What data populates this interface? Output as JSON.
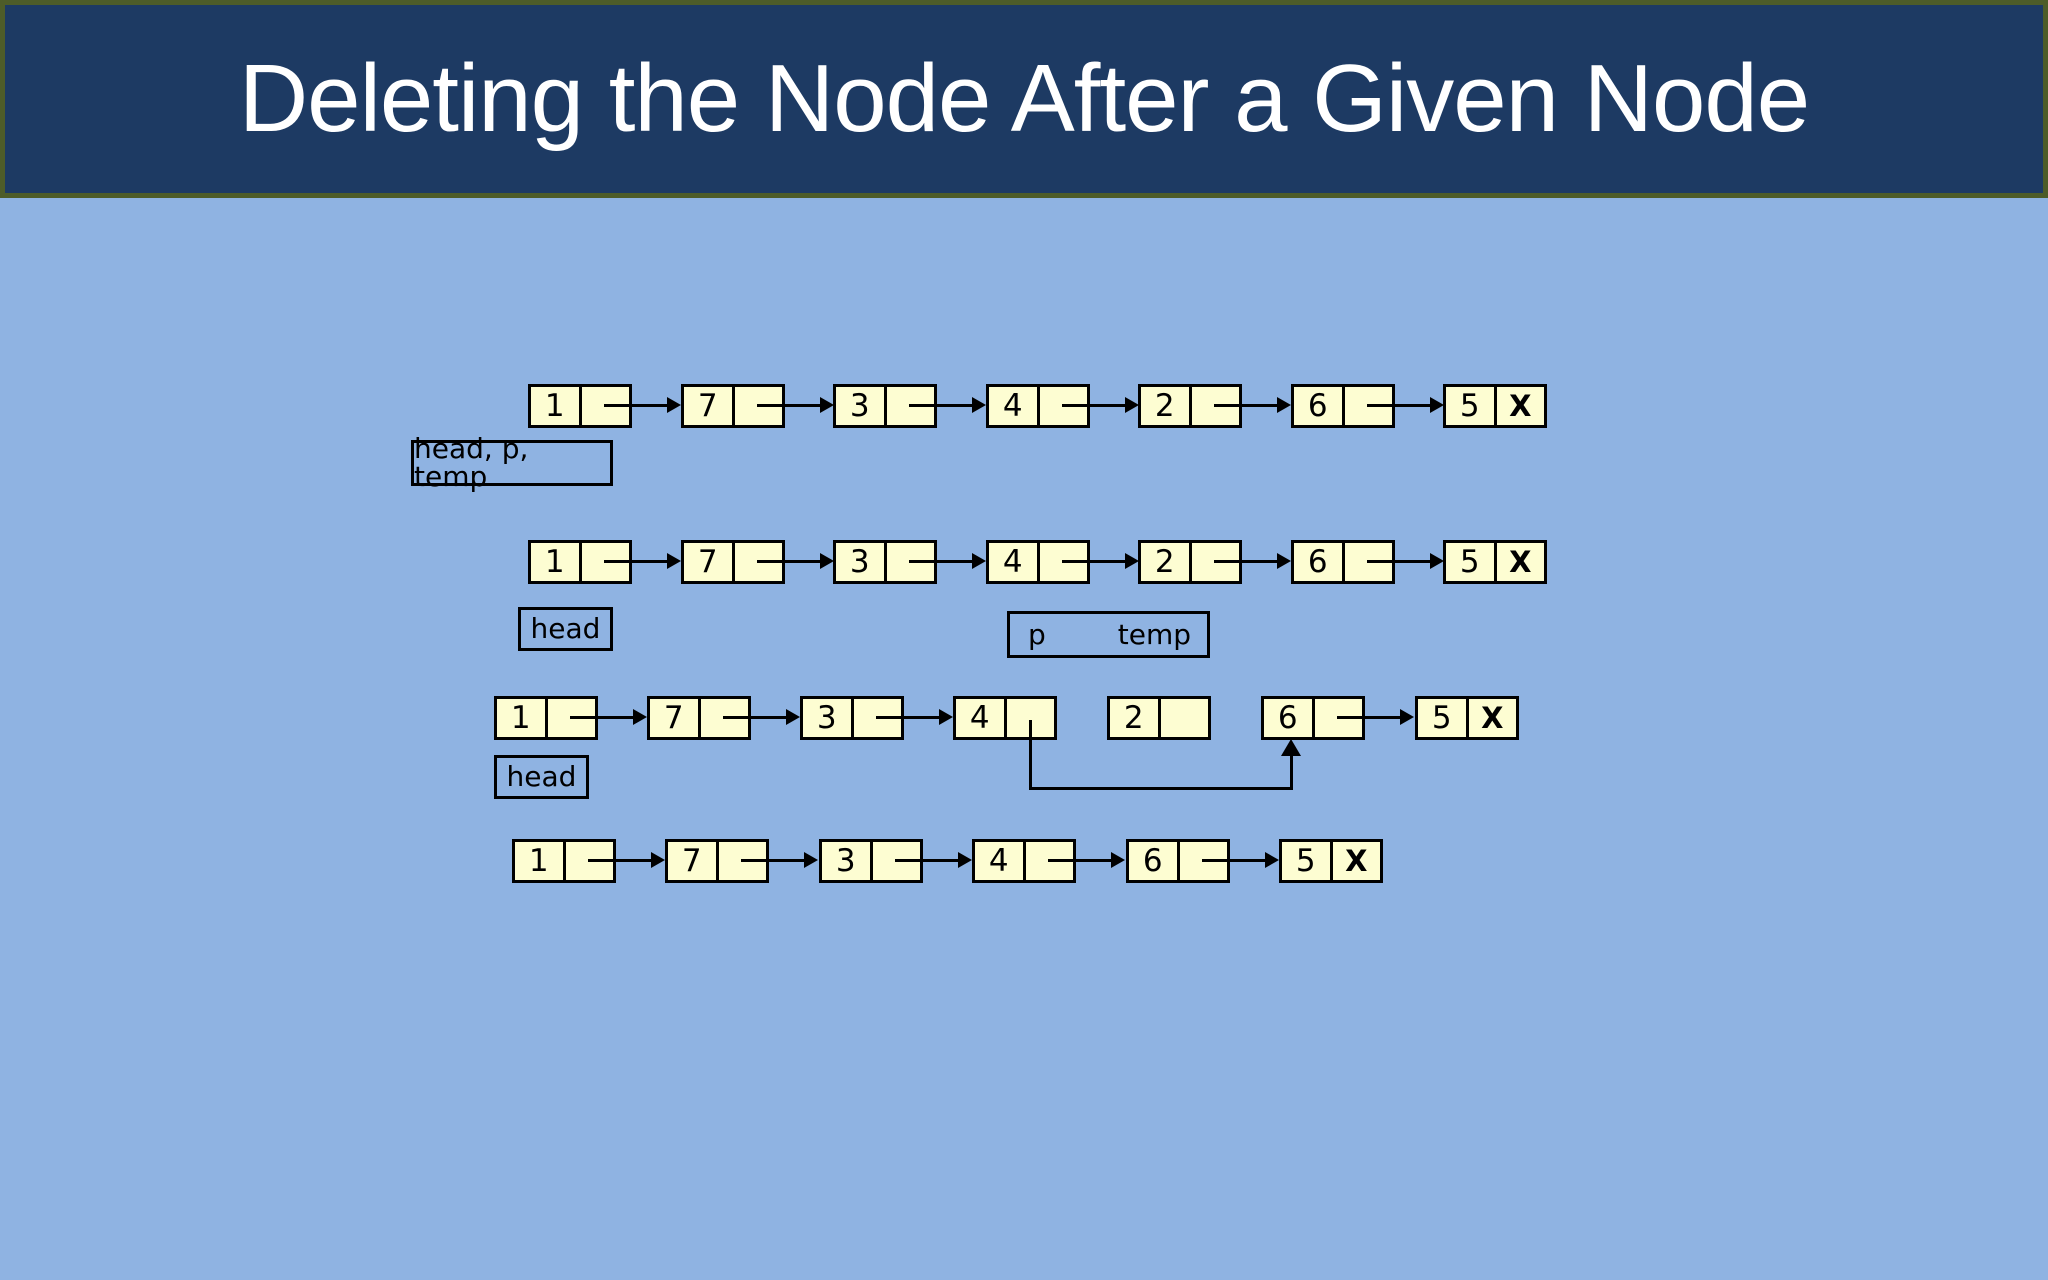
{
  "title": "Deleting the Node After a Given Node",
  "colors": {
    "background": "#8FB3E2",
    "title_bar": "#1D3A63",
    "title_border": "#4D5C29",
    "node_fill": "#FDFDD2",
    "line": "#000000",
    "title_text": "#FFFFFF"
  },
  "lists": {
    "step1": {
      "nodes": [
        "1",
        "7",
        "3",
        "4",
        "2",
        "6",
        "5"
      ],
      "terminator": "X",
      "label": "head, p, temp"
    },
    "step2": {
      "nodes": [
        "1",
        "7",
        "3",
        "4",
        "2",
        "6",
        "5"
      ],
      "terminator": "X",
      "label_head": "head",
      "label_p": "p",
      "label_temp": "temp"
    },
    "step3": {
      "nodes": [
        "1",
        "7",
        "3",
        "4",
        "2",
        "6",
        "5"
      ],
      "terminator": "X",
      "label_head": "head"
    },
    "step4": {
      "nodes": [
        "1",
        "7",
        "3",
        "4",
        "6",
        "5"
      ],
      "terminator": "X"
    }
  }
}
